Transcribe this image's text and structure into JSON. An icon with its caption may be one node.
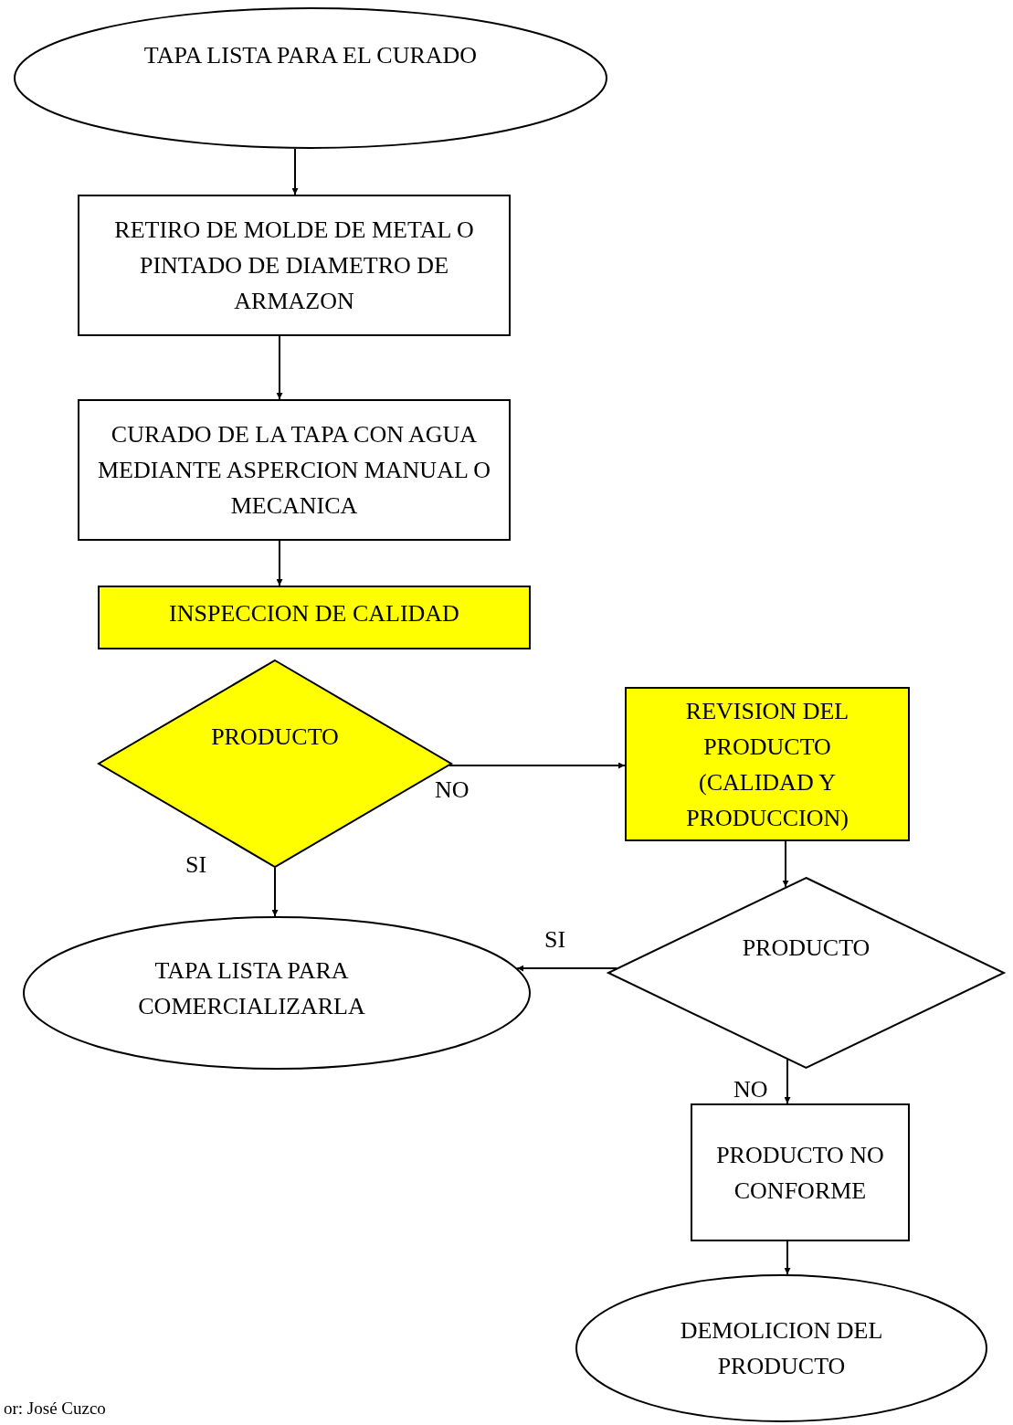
{
  "diagram": {
    "nodes": [
      {
        "text": [
          "TAPA LISTA PARA EL CURADO"
        ]
      },
      {
        "text": [
          "RETIRO DE MOLDE DE METAL O PINTADO DE DIAMETRO DE ARMAZON"
        ]
      },
      {
        "text": [
          "CURADO DE LA TAPA CON AGUA MEDIANTE ASPERCION MANUAL O MECANICA"
        ]
      },
      {
        "text": [
          "INSPECCION DE CALIDAD"
        ]
      },
      {
        "text": [
          "PRODUCTO"
        ]
      },
      {
        "text": [
          "REVISION DEL PRODUCTO (CALIDAD Y PRODUCCION)"
        ]
      },
      {
        "text": [
          "TAPA LISTA PARA COMERCIALIZARLA"
        ]
      },
      {
        "text": [
          "PRODUCTO"
        ]
      },
      {
        "text": [
          "PRODUCTO NO CONFORME"
        ]
      },
      {
        "text": [
          "DEMOLICION DEL PRODUCTO"
        ]
      }
    ],
    "edges": [
      {
        "from": 0,
        "to": 1,
        "arrow": "to"
      },
      {
        "from": 1,
        "to": 2,
        "arrow": "to"
      },
      {
        "from": 2,
        "to": 3,
        "arrow": "to"
      },
      {
        "from": 4,
        "to": 5,
        "arrow": "to",
        "label": "NO"
      },
      {
        "from": 4,
        "to": 6,
        "arrow": "to",
        "label": "SI"
      },
      {
        "from": 5,
        "to": 7,
        "arrow": "to"
      },
      {
        "from": 7,
        "to": 6,
        "arrow": "to",
        "label": "SI"
      },
      {
        "from": 7,
        "to": 8,
        "arrow": "to",
        "label": "NO"
      },
      {
        "from": 8,
        "to": 9,
        "arrow": "to"
      }
    ],
    "labels": [
      "or: José Cuzco"
    ]
  }
}
